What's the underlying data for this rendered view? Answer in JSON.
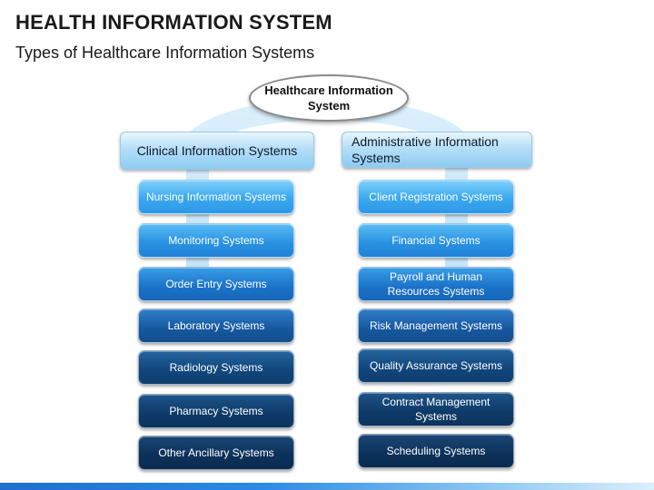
{
  "title": "HEALTH INFORMATION SYSTEM",
  "subtitle": "Types of Healthcare Information Systems",
  "root": {
    "label": "Healthcare Information System"
  },
  "clinical": {
    "header": "Clinical Information Systems",
    "items": [
      "Nursing Information Systems",
      "Monitoring Systems",
      "Order Entry Systems",
      "Laboratory Systems",
      "Radiology Systems",
      "Pharmacy Systems",
      "Other Ancillary Systems"
    ]
  },
  "administrative": {
    "header": "Administrative Information Systems",
    "items": [
      "Client Registration Systems",
      "Financial Systems",
      "Payroll and Human Resources Systems",
      "Risk Management Systems",
      "Quality Assurance Systems",
      "Contract Management Systems",
      "Scheduling Systems"
    ]
  },
  "colors": {
    "arc": "#cfe9fb",
    "accent": "#2a93e2",
    "dark": "#0c335c"
  }
}
